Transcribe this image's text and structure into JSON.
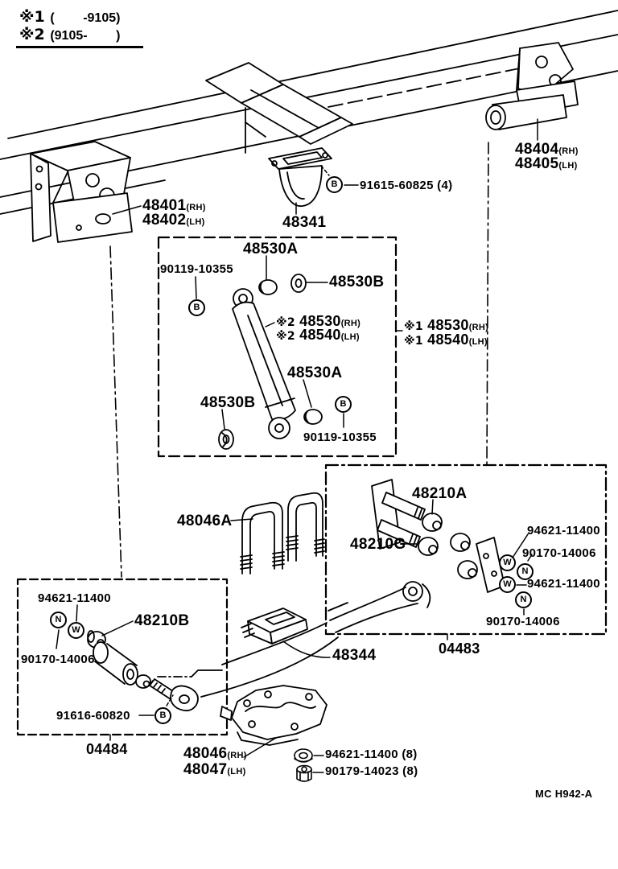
{
  "notes": {
    "n1_sym": "※1 ",
    "n1_range": "(        -9105)",
    "n2_sym": "※2 ",
    "n2_range": "(9105-        )"
  },
  "markers": {
    "b": "B",
    "w": "W",
    "n": "N"
  },
  "labels": {
    "p48401": {
      "num": "48401",
      "suf": "(RH)"
    },
    "p48402": {
      "num": "48402",
      "suf": "(LH)"
    },
    "p48341": {
      "num": "48341"
    },
    "p91615": {
      "num": "91615-60825 (4)"
    },
    "p48404": {
      "num": "48404",
      "suf": "(RH)"
    },
    "p48405": {
      "num": "48405",
      "suf": "(LH)"
    },
    "p48530a_top": {
      "num": "48530A"
    },
    "p90119_top": {
      "num": "90119-10355"
    },
    "p48530b_top": {
      "num": "48530B"
    },
    "px2_48530": {
      "pre": "※2 ",
      "num": "48530",
      "suf": "(RH)"
    },
    "px2_48540": {
      "pre": "※2 ",
      "num": "48540",
      "suf": "(LH)"
    },
    "px1_48530": {
      "pre": "※1 ",
      "num": "48530",
      "suf": "(RH)"
    },
    "px1_48540": {
      "pre": "※1 ",
      "num": "48540",
      "suf": "(LH)"
    },
    "p48530b_bot": {
      "num": "48530B"
    },
    "p48530a_bot": {
      "num": "48530A"
    },
    "p90119_bot": {
      "num": "90119-10355"
    },
    "p48046a": {
      "num": "48046A"
    },
    "p48210a": {
      "num": "48210A"
    },
    "p48210g": {
      "num": "48210G"
    },
    "p94621_r1": {
      "num": "94621-11400"
    },
    "p90170_r1": {
      "num": "90170-14006"
    },
    "p94621_r2": {
      "num": "94621-11400"
    },
    "p90170_r2": {
      "num": "90170-14006"
    },
    "p04483": {
      "num": "04483"
    },
    "p94621_l": {
      "num": "94621-11400"
    },
    "p48210b": {
      "num": "48210B"
    },
    "p90170_l": {
      "num": "90170-14006"
    },
    "p91616": {
      "num": "91616-60820"
    },
    "p04484": {
      "num": "04484"
    },
    "p48344": {
      "num": "48344"
    },
    "p48046": {
      "num": "48046",
      "suf": "(RH)"
    },
    "p48047": {
      "num": "48047",
      "suf": "(LH)"
    },
    "p94621_8": {
      "num": "94621-11400 (8)"
    },
    "p90179_8": {
      "num": "90179-14023 (8)"
    }
  },
  "footer": {
    "code": "MC H942-A"
  }
}
